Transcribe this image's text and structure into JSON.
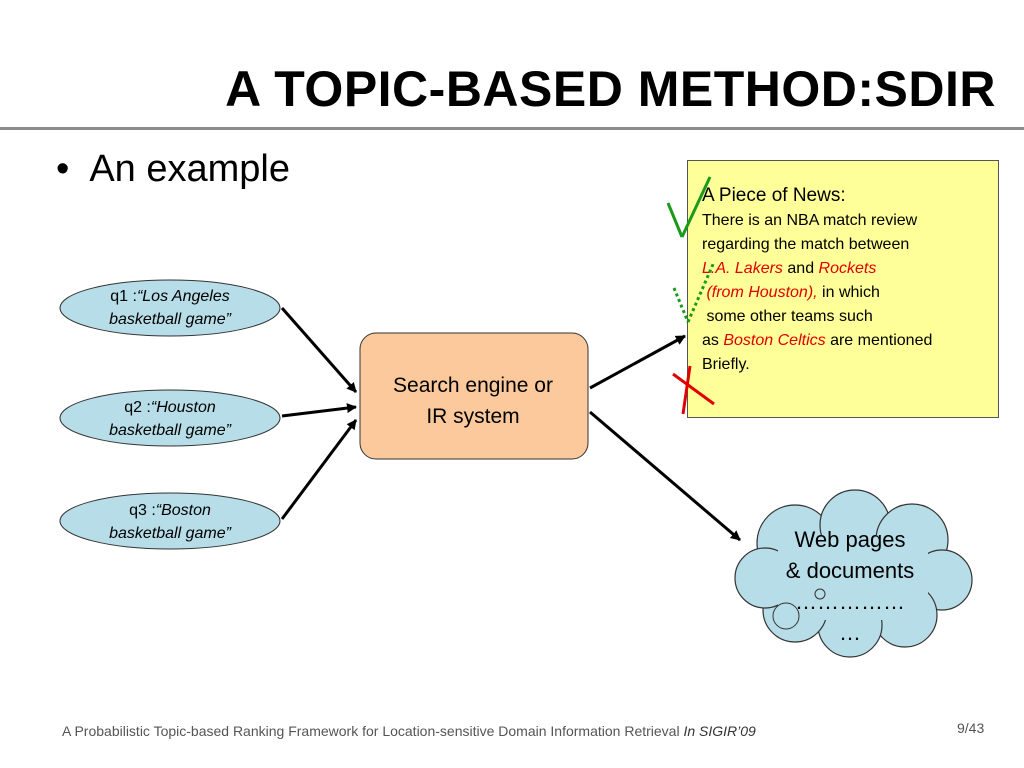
{
  "slide": {
    "title": "A TOPIC-BASED METHOD:SDIR",
    "bullet": "An example"
  },
  "queries": [
    {
      "prefix": "q1 :",
      "text_line1": "“Los Angeles",
      "text_line2": "basketball game”"
    },
    {
      "prefix": "q2 :",
      "text_line1": "“Houston",
      "text_line2": "basketball game”"
    },
    {
      "prefix": "q3 :",
      "text_line1": "“Boston",
      "text_line2": "basketball game”"
    }
  ],
  "engine": {
    "line1": "Search engine or",
    "line2": "IR system"
  },
  "news": {
    "heading": "A Piece of News:",
    "line1": "There is an NBA match review",
    "line2": "regarding the match between",
    "lakers": "L.A. Lakers",
    "and": "and",
    "rockets": "Rockets",
    "from_houston": "(from Houston),",
    "in_which": "in which",
    "line5": "some other teams such",
    "as": "as",
    "celtics": "Boston Celtics",
    "mentioned": "are mentioned",
    "briefly": "Briefly."
  },
  "cloud": {
    "line1": "Web pages",
    "line2": "& documents",
    "line3": "……………",
    "line4": "…"
  },
  "footer": {
    "text": "A Probabilistic Topic-based Ranking Framework for Location-sensitive Domain Information Retrieval",
    "venue": "In SIGIR’09"
  },
  "page_number": "9/43",
  "colors": {
    "query_fill": "#b7dde8",
    "engine_fill": "#fbc99b",
    "news_fill": "#ffff99",
    "cloud_fill": "#b7dde8",
    "check_green": "#1a9a1a",
    "cross_red": "#e00000"
  }
}
